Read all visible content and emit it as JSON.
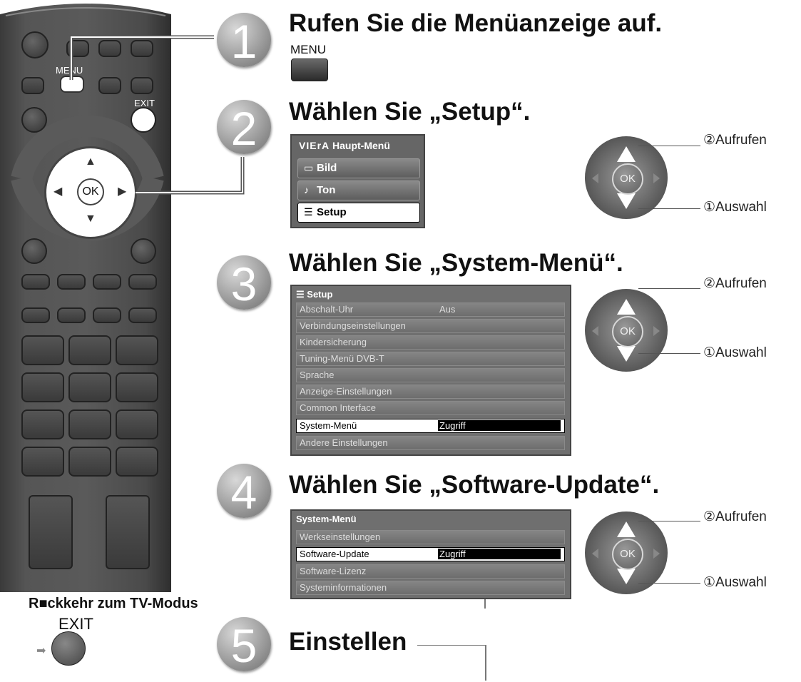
{
  "remote": {
    "menu_label": "MENU",
    "exit_label": "EXIT",
    "ok_label": "OK",
    "return_caption": "R■ckkehr zum TV-Modus",
    "exit_caption": "EXIT"
  },
  "steps": [
    {
      "number": "1",
      "title": "Rufen Sie die Menüanzeige auf.",
      "button_label": "MENU"
    },
    {
      "number": "2",
      "title": "Wählen Sie „Setup“."
    },
    {
      "number": "3",
      "title": "Wählen Sie „System-Menü“."
    },
    {
      "number": "4",
      "title": "Wählen Sie „Software-Update“."
    },
    {
      "number": "5",
      "title": "Einstellen"
    }
  ],
  "viera_menu": {
    "brand": "VIErA",
    "title": "Haupt-Menü",
    "items": [
      {
        "label": "Bild",
        "icon": "picture-icon"
      },
      {
        "label": "Ton",
        "icon": "music-note-icon"
      },
      {
        "label": "Setup",
        "icon": "list-icon",
        "selected": true
      }
    ]
  },
  "setup_menu": {
    "title": "Setup",
    "rows": [
      {
        "label": "Abschalt-Uhr",
        "value": "Aus"
      },
      {
        "label": "Verbindungseinstellungen",
        "value": ""
      },
      {
        "label": "Kindersicherung",
        "value": ""
      },
      {
        "label": "Tuning-Menü DVB-T",
        "value": ""
      },
      {
        "label": "Sprache",
        "value": ""
      },
      {
        "label": "Anzeige-Einstellungen",
        "value": ""
      },
      {
        "label": "Common Interface",
        "value": ""
      },
      {
        "label": "System-Menü",
        "value": "Zugriff",
        "selected": true
      },
      {
        "label": "Andere Einstellungen",
        "value": ""
      }
    ]
  },
  "system_menu": {
    "title": "System-Menü",
    "rows": [
      {
        "label": "Werkseinstellungen",
        "value": ""
      },
      {
        "label": "Software-Update",
        "value": "Zugriff",
        "selected": true
      },
      {
        "label": "Software-Lizenz",
        "value": ""
      },
      {
        "label": "Systeminformationen",
        "value": ""
      }
    ]
  },
  "dpad": {
    "ok_label": "OK",
    "aufrufen": "②Aufrufen",
    "auswahl": "①Auswahl"
  }
}
